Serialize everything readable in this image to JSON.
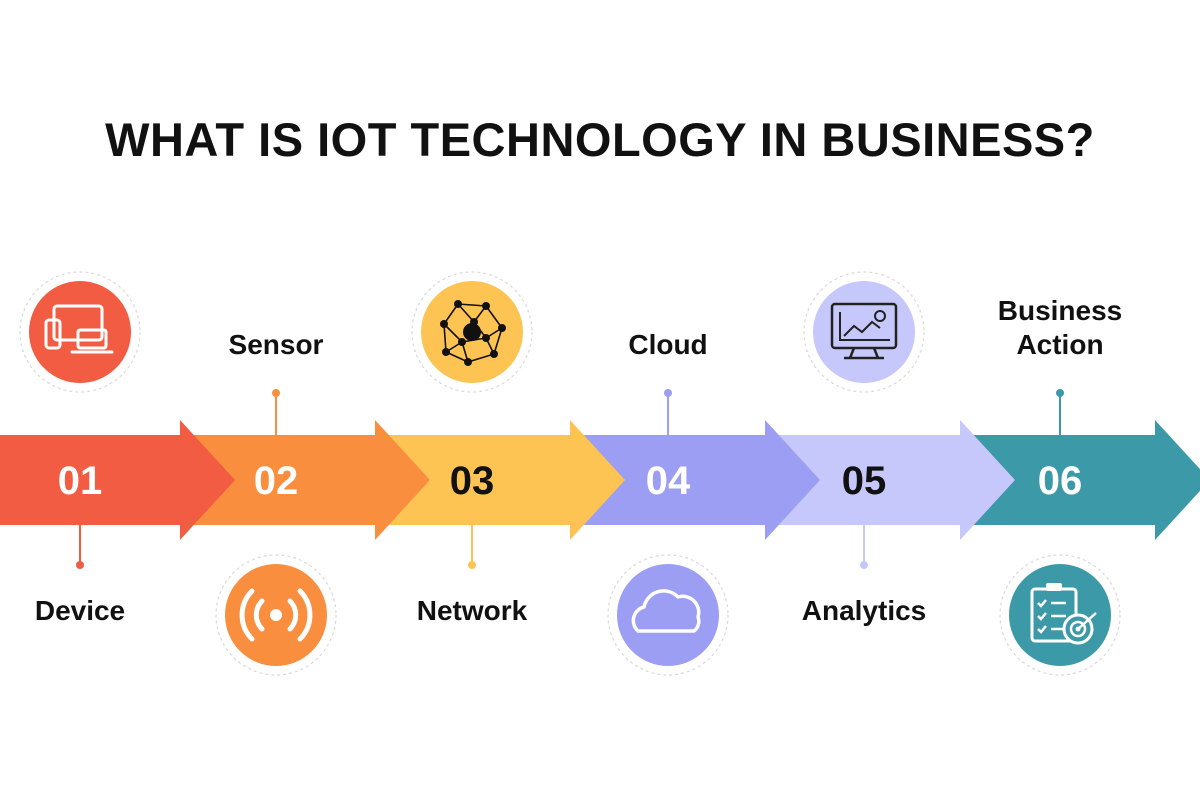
{
  "title": "WHAT IS IOT TECHNOLOGY IN BUSINESS?",
  "steps": [
    {
      "number": "01",
      "label_lines": [
        "Device"
      ],
      "color": "#f25c43",
      "number_color": "#ffffff",
      "icon": "devices-icon"
    },
    {
      "number": "02",
      "label_lines": [
        "Sensor"
      ],
      "color": "#f98f3e",
      "number_color": "#ffffff",
      "icon": "signal-broadcast-icon"
    },
    {
      "number": "03",
      "label_lines": [
        "Network"
      ],
      "color": "#fdc454",
      "number_color": "#111111",
      "icon": "network-nodes-icon"
    },
    {
      "number": "04",
      "label_lines": [
        "Cloud"
      ],
      "color": "#9c9ef4",
      "number_color": "#ffffff",
      "icon": "cloud-icon"
    },
    {
      "number": "05",
      "label_lines": [
        "Analytics"
      ],
      "color": "#c6c7fb",
      "number_color": "#111111",
      "icon": "analytics-monitor-icon"
    },
    {
      "number": "06",
      "label_lines": [
        "Business",
        "Action"
      ],
      "color": "#3c9aa8",
      "number_color": "#ffffff",
      "icon": "checklist-target-icon"
    }
  ]
}
